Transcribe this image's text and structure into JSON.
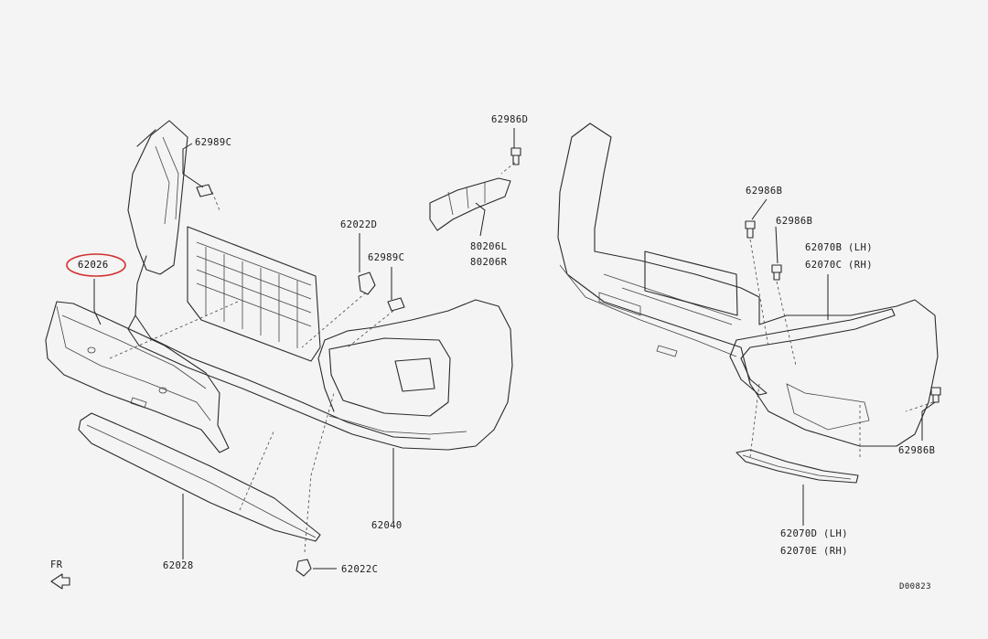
{
  "labels": {
    "p62989C_top": "62989C",
    "p62026": "62026",
    "p62022D": "62022D",
    "p62989C_mid": "62989C",
    "p62986D": "62986D",
    "p80206L": "80206L",
    "p80206R": "80206R",
    "p62040": "62040",
    "p62028": "62028",
    "p62022C": "62022C",
    "fr": "FR",
    "p62986B_a": "62986B",
    "p62986B_b": "62986B",
    "p62070B": "62070B (LH)",
    "p62070C": "62070C (RH)",
    "p62986B_c": "62986B",
    "p62070D": "62070D (LH)",
    "p62070E": "62070E (RH)",
    "drawing_no": "D00823"
  },
  "colors": {
    "background": "#f4f4f4",
    "line": "#2a2a2a",
    "highlight": "#d0312d"
  },
  "highlighted_part": "62026"
}
